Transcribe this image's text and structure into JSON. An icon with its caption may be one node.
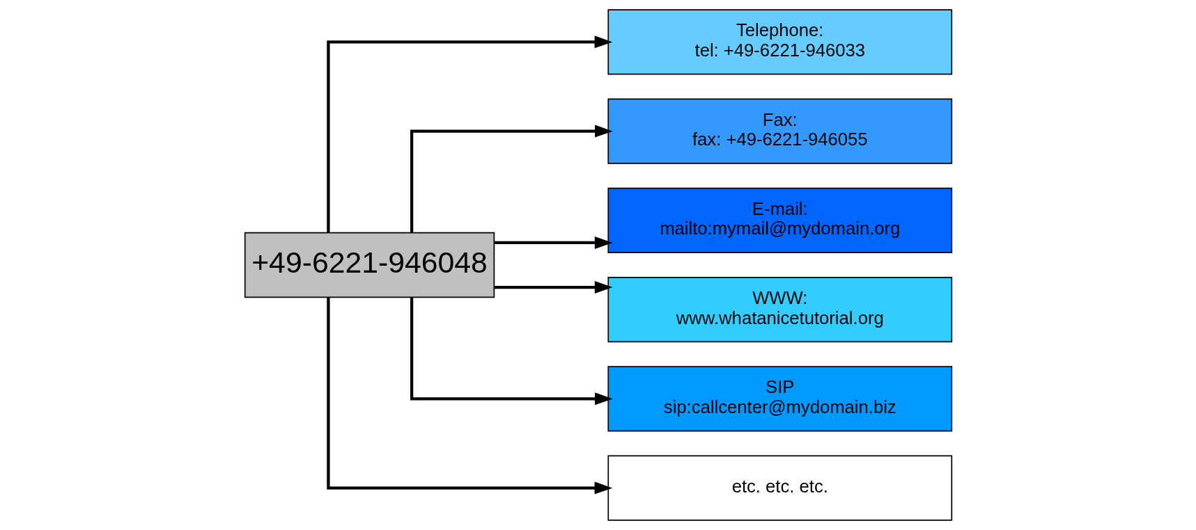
{
  "diagram": {
    "nodes": [
      {
        "text": [
          "+49-6221-946048"
        ]
      },
      {
        "text": [
          "Telephone:",
          "tel: +49-6221-946033"
        ]
      },
      {
        "text": [
          "Fax:",
          "fax: +49-6221-946055"
        ]
      },
      {
        "text": [
          "E-mail:",
          "mailto:mymail@mydomain.org"
        ]
      },
      {
        "text": [
          "WWW:",
          "www.whatanicetutorial.org"
        ]
      },
      {
        "text": [
          "SIP",
          "sip:callcenter@mydomain.biz"
        ]
      },
      {
        "text": [
          "etc. etc. etc."
        ]
      }
    ],
    "edges": [
      {
        "from": 0,
        "to": 1,
        "arrow": "to"
      },
      {
        "from": 0,
        "to": 2,
        "arrow": "to"
      },
      {
        "from": 0,
        "to": 3,
        "arrow": "to"
      },
      {
        "from": 0,
        "to": 4,
        "arrow": "to"
      },
      {
        "from": 0,
        "to": 5,
        "arrow": "to"
      },
      {
        "from": 0,
        "to": 6,
        "arrow": "to"
      }
    ]
  }
}
